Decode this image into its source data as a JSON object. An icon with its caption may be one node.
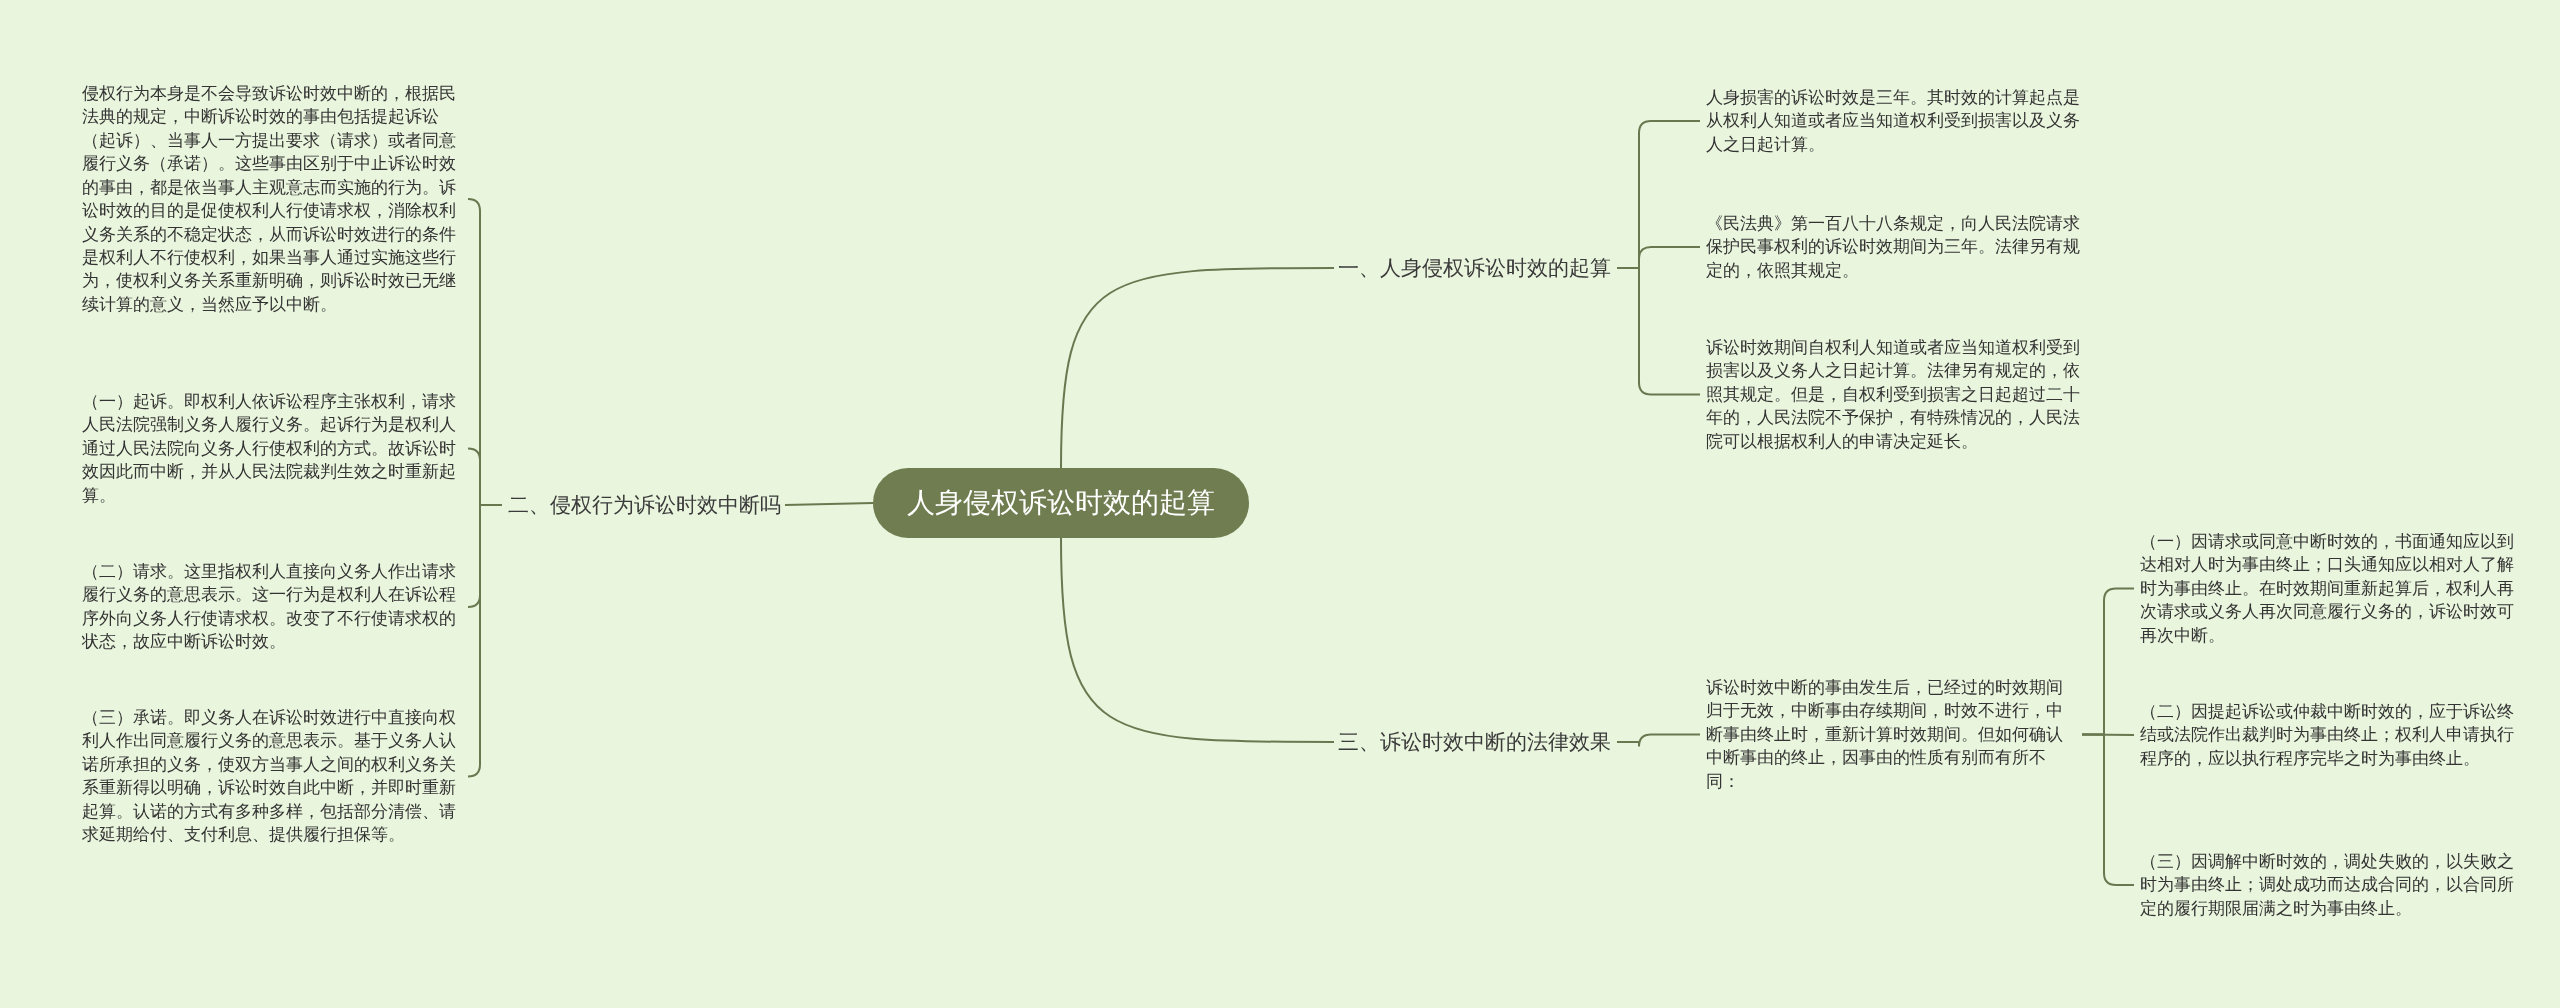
{
  "diagram": {
    "nodes": [
      {
        "text": [
          "人身侵权诉讼时效的起算"
        ]
      },
      {
        "text": [
          "一、人身侵权诉讼时效的起算"
        ]
      },
      {
        "text": [
          "二、侵权行为诉讼时效中断吗"
        ]
      },
      {
        "text": [
          "三、诉讼时效中断的法律效果"
        ]
      },
      {
        "text": [
          "人身损害的诉讼时效是三年。其时效的计算起点是从权利人知道或者应当知道权利受到损害以及义务人之日起计算。"
        ]
      },
      {
        "text": [
          "《民法典》第一百八十八条规定，向人民法院请求保护民事权利的诉讼时效期间为三年。法律另有规定的，依照其规定。"
        ]
      },
      {
        "text": [
          "诉讼时效期间自权利人知道或者应当知道权利受到损害以及义务人之日起计算。法律另有规定的，依照其规定。但是，自权利受到损害之日起超过二十年的，人民法院不予保护，有特殊情况的，人民法院可以根据权利人的申请决定延长。"
        ]
      },
      {
        "text": [
          "诉讼时效中断的事由发生后，已经过的时效期间归于无效，中断事由存续期间，时效不进行，中断事由终止时，重新计算时效期间。但如何确认中断事由的终止，因事由的性质有别而有所不同："
        ]
      },
      {
        "text": [
          "（一）因请求或同意中断时效的，书面通知应以到达相对人时为事由终止；口头通知应以相对人了解时为事由终止。在时效期间重新起算后，权利人再次请求或义务人再次同意履行义务的，诉讼时效可再次中断。"
        ]
      },
      {
        "text": [
          "（二）因提起诉讼或仲裁中断时效的，应于诉讼终结或法院作出裁判时为事由终止；权利人申请执行程序的，应以执行程序完毕之时为事由终止。"
        ]
      },
      {
        "text": [
          "（三）因调解中断时效的，调处失败的，以失败之时为事由终止；调处成功而达成合同的，以合同所定的履行期限届满之时为事由终止。"
        ]
      },
      {
        "text": [
          "侵权行为本身是不会导致诉讼时效中断的，根据民法典的规定，中断诉讼时效的事由包括提起诉讼（起诉）、当事人一方提出要求（请求）或者同意履行义务（承诺）。这些事由区别于中止诉讼时效的事由，都是依当事人主观意志而实施的行为。诉讼时效的目的是促使权利人行使请求权，消除权利义务关系的不稳定状态，从而诉讼时效进行的条件是权利人不行使权利，如果当事人通过实施这些行为，使权利义务关系重新明确，则诉讼时效已无继续计算的意义，当然应予以中断。"
        ]
      },
      {
        "text": [
          "（一）起诉。即权利人依诉讼程序主张权利，请求人民法院强制义务人履行义务。起诉行为是权利人通过人民法院向义务人行使权利的方式。故诉讼时效因此而中断，并从人民法院裁判生效之时重新起算。"
        ]
      },
      {
        "text": [
          "（二）请求。这里指权利人直接向义务人作出请求履行义务的意思表示。这一行为是权利人在诉讼程序外向义务人行使请求权。改变了不行使请求权的状态，故应中断诉讼时效。"
        ]
      },
      {
        "text": [
          "（三）承诺。即义务人在诉讼时效进行中直接向权利人作出同意履行义务的意思表示。基于义务人认诺所承担的义务，使双方当事人之间的权利义务关系重新得以明确，诉讼时效自此中断，并即时重新起算。认诺的方式有多种多样，包括部分清偿、请求延期给付、支付利息、提供履行担保等。"
        ]
      }
    ],
    "edges": [
      {
        "from": 0,
        "to": 1,
        "arrow": "none"
      },
      {
        "from": 0,
        "to": 2,
        "arrow": "none"
      },
      {
        "from": 0,
        "to": 3,
        "arrow": "none"
      },
      {
        "from": 1,
        "to": 4,
        "arrow": "none"
      },
      {
        "from": 1,
        "to": 5,
        "arrow": "none"
      },
      {
        "from": 1,
        "to": 6,
        "arrow": "none"
      },
      {
        "from": 3,
        "to": 7,
        "arrow": "none"
      },
      {
        "from": 7,
        "to": 8,
        "arrow": "none"
      },
      {
        "from": 7,
        "to": 9,
        "arrow": "none"
      },
      {
        "from": 7,
        "to": 10,
        "arrow": "none"
      },
      {
        "from": 2,
        "to": 11,
        "arrow": "none"
      },
      {
        "from": 2,
        "to": 12,
        "arrow": "none"
      },
      {
        "from": 2,
        "to": 13,
        "arrow": "none"
      },
      {
        "from": 2,
        "to": 14,
        "arrow": "none"
      }
    ]
  }
}
